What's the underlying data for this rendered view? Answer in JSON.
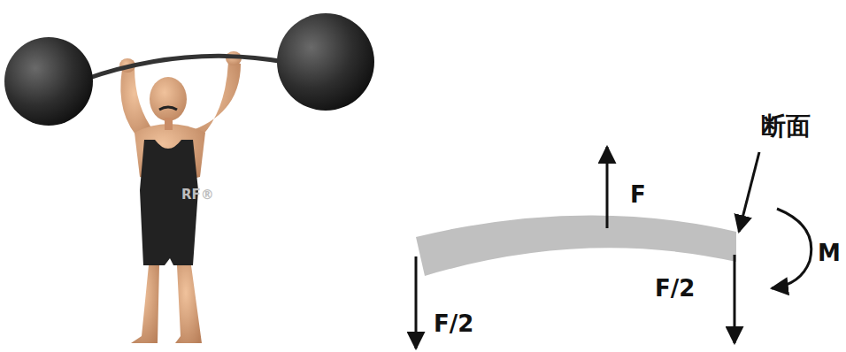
{
  "diagram": {
    "labels": [
      "断面",
      "F",
      "RF®",
      "M",
      "F/2",
      "F/2"
    ]
  }
}
